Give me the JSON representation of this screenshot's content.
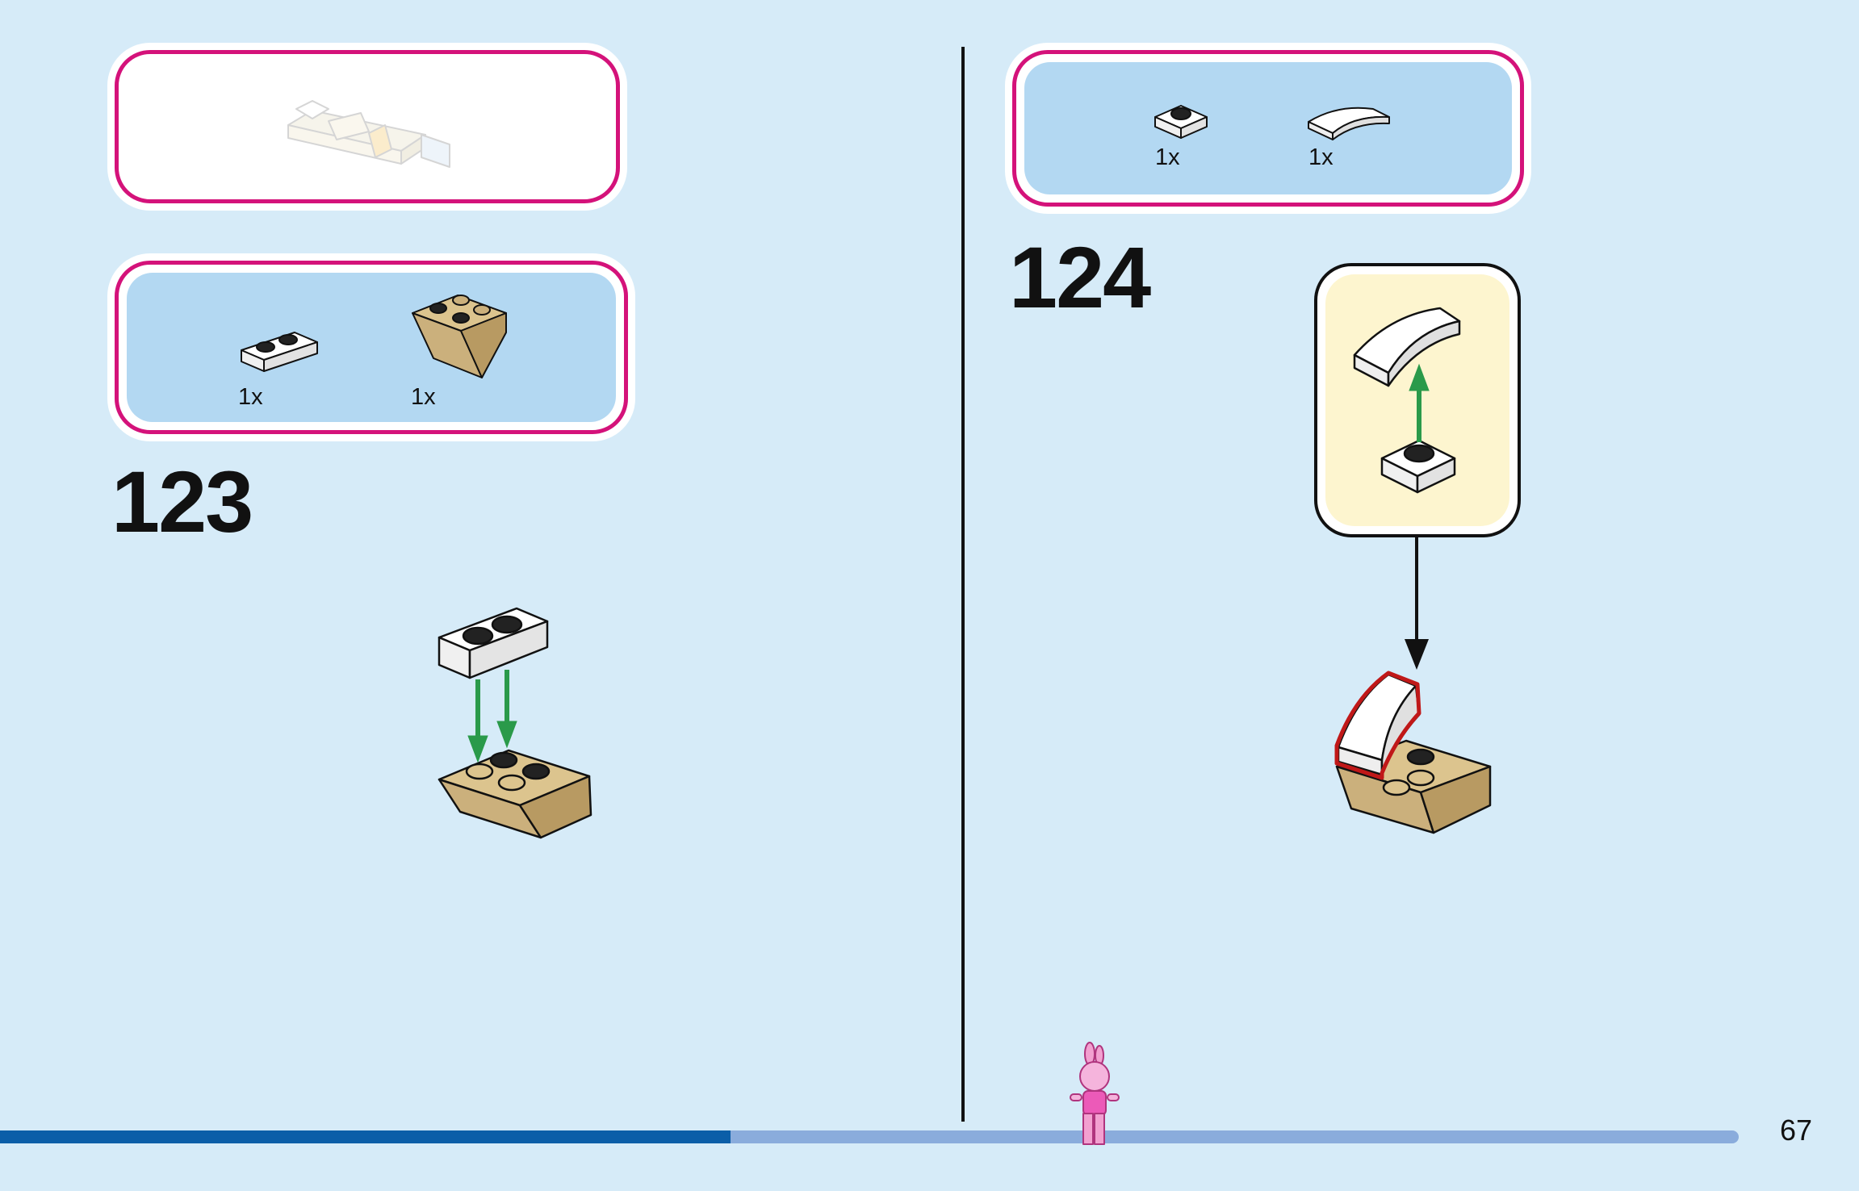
{
  "page": {
    "number": "67",
    "progress": 0.42
  },
  "left": {
    "step_number": "123",
    "parts": [
      {
        "qty": "1x",
        "icon": "white-plate-1x2-icon"
      },
      {
        "qty": "1x",
        "icon": "tan-inverted-slope-2x2-icon"
      }
    ]
  },
  "right": {
    "step_number": "124",
    "parts": [
      {
        "qty": "1x",
        "icon": "white-round-plate-1x1-icon"
      },
      {
        "qty": "1x",
        "icon": "white-curved-slope-icon"
      }
    ]
  },
  "colors": {
    "background": "#d6ebf8",
    "callout_border": "#d4127a",
    "callout_fill": "#b3d8f2",
    "subassembly_fill": "#fdf5cf",
    "arrow_green": "#2a9a4a",
    "highlight_red": "#c01818",
    "tan": "#cbb07c",
    "progress_done": "#0b5ea8",
    "progress_remaining": "#8aacdc"
  }
}
